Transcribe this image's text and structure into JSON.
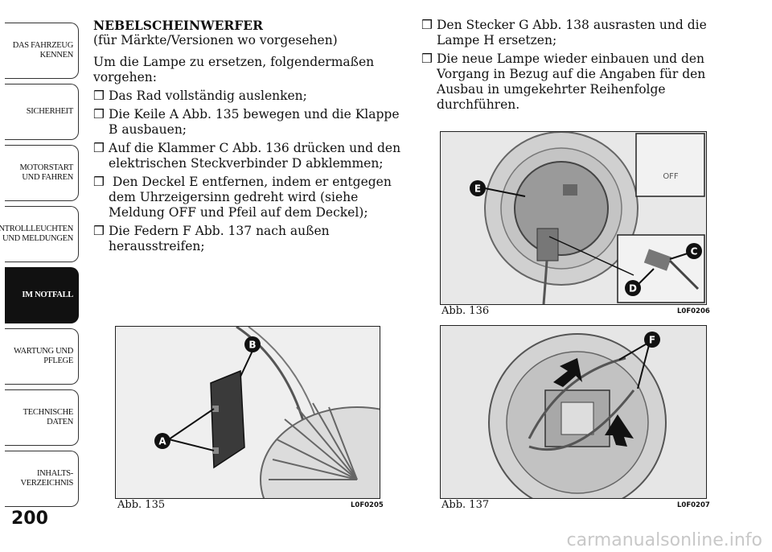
{
  "sidebar": {
    "tabs": [
      {
        "label": "DAS FAHRZEUG KENNEN"
      },
      {
        "label": "SICHERHEIT"
      },
      {
        "label": "MOTORSTART UND FAHREN"
      },
      {
        "label": "KONTROLLLEUCHTEN UND MELDUNGEN"
      },
      {
        "label": "IM NOTFALL"
      },
      {
        "label": "WARTUNG UND PFLEGE"
      },
      {
        "label": "TECHNISCHE DATEN"
      },
      {
        "label": "INHALTS-VERZEICHNIS"
      }
    ],
    "active_index": 4
  },
  "page_number": "200",
  "left_column": {
    "heading": "NEBELSCHEINWERFER",
    "subheading": "(für Märkte/Versionen wo vorgesehen)",
    "intro": "Um die Lampe zu ersetzen, folgendermaßen vorgehen:",
    "steps": [
      "Das Rad vollständig auslenken;",
      "Die Keile A Abb. 135 bewegen und die Klappe B ausbauen;",
      "Auf die Klammer C Abb. 136 drücken und den elektrischen Steckverbinder D abklemmen;",
      " Den Deckel E entfernen, indem er entgegen dem Uhrzeigersinn gedreht wird (siehe Meldung OFF und Pfeil auf dem Deckel);",
      "Die Federn F Abb. 137 nach außen herausstreifen;"
    ]
  },
  "right_column": {
    "steps": [
      "Den Stecker G Abb. 138 ausrasten und die Lampe H ersetzen;",
      "Die neue Lampe wieder einbauen und den Vorgang in Bezug auf die Angaben für den Ausbau in umgekehrter Reihenfolge durchführen."
    ]
  },
  "bullet_symbol": "❒",
  "figures": {
    "fig135": {
      "caption": "Abb. 135",
      "code": "L0F0205",
      "labels": [
        "A",
        "B"
      ],
      "off_text": ""
    },
    "fig136": {
      "caption": "Abb. 136",
      "code": "L0F0206",
      "labels": [
        "E",
        "C",
        "D"
      ],
      "off_text": "OFF"
    },
    "fig137": {
      "caption": "Abb. 137",
      "code": "L0F0207",
      "labels": [
        "F"
      ]
    }
  },
  "watermark": "carmanualsonline.info"
}
